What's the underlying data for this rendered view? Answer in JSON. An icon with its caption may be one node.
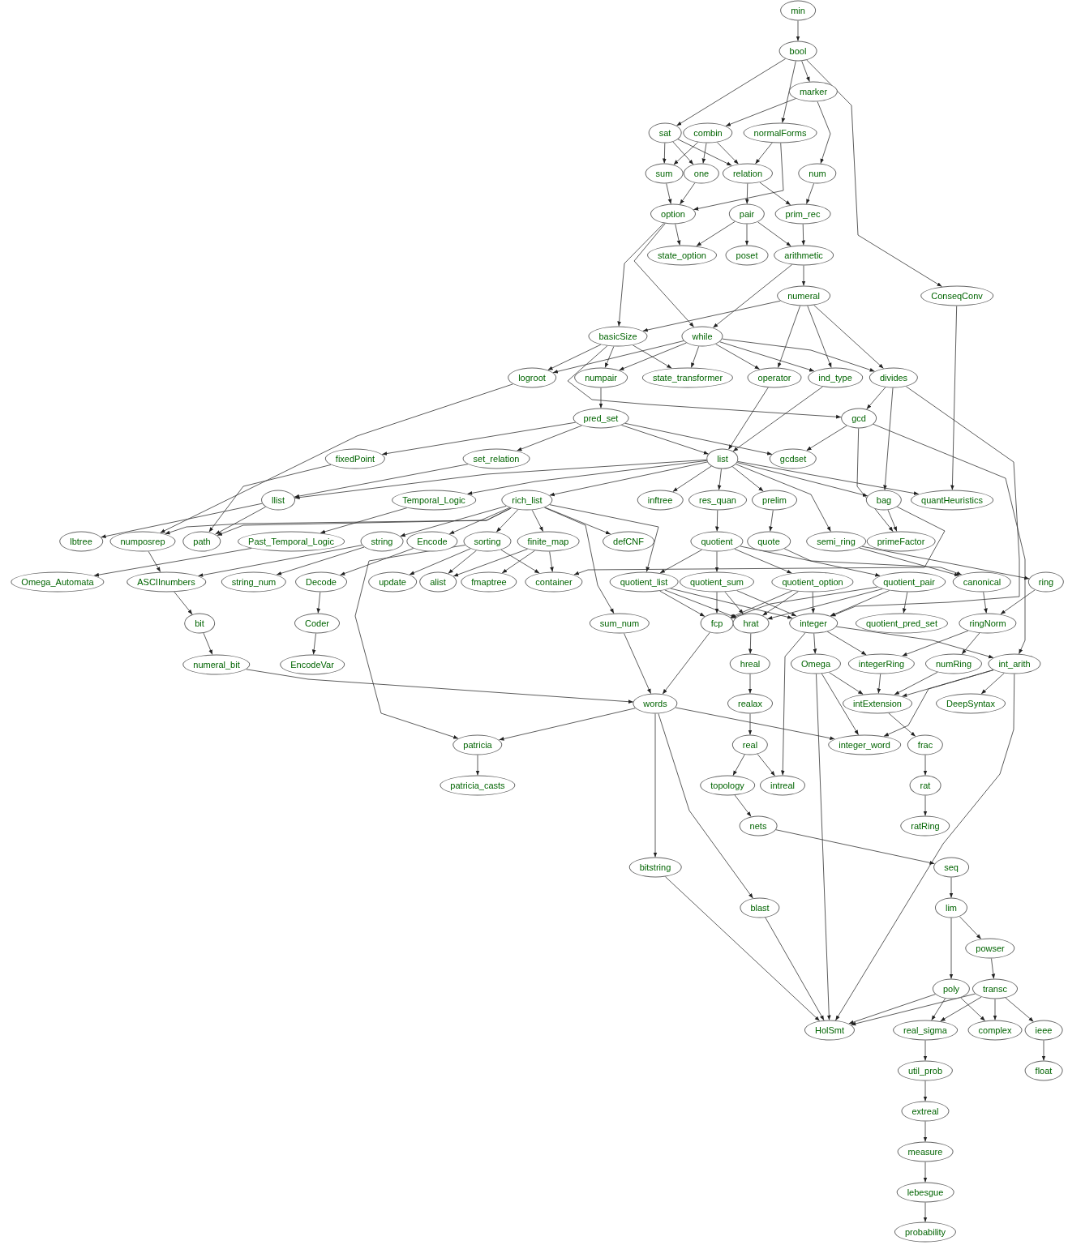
{
  "diagram": {
    "nodes": [
      {
        "text": [
          "min"
        ]
      },
      {
        "text": [
          "bool"
        ]
      },
      {
        "text": [
          "marker"
        ]
      },
      {
        "text": [
          "sat"
        ]
      },
      {
        "text": [
          "combin"
        ]
      },
      {
        "text": [
          "normalForms"
        ]
      },
      {
        "text": [
          "sum"
        ]
      },
      {
        "text": [
          "one"
        ]
      },
      {
        "text": [
          "relation"
        ]
      },
      {
        "text": [
          "num"
        ]
      },
      {
        "text": [
          "option"
        ]
      },
      {
        "text": [
          "pair"
        ]
      },
      {
        "text": [
          "prim_rec"
        ]
      },
      {
        "text": [
          "state_option"
        ]
      },
      {
        "text": [
          "poset"
        ]
      },
      {
        "text": [
          "arithmetic"
        ]
      },
      {
        "text": [
          "numeral"
        ]
      },
      {
        "text": [
          "ConseqConv"
        ]
      },
      {
        "text": [
          "basicSize"
        ]
      },
      {
        "text": [
          "while"
        ]
      },
      {
        "text": [
          "logroot"
        ]
      },
      {
        "text": [
          "numpair"
        ]
      },
      {
        "text": [
          "state_transformer"
        ]
      },
      {
        "text": [
          "operator"
        ]
      },
      {
        "text": [
          "ind_type"
        ]
      },
      {
        "text": [
          "divides"
        ]
      },
      {
        "text": [
          "pred_set"
        ]
      },
      {
        "text": [
          "gcd"
        ]
      },
      {
        "text": [
          "fixedPoint"
        ]
      },
      {
        "text": [
          "set_relation"
        ]
      },
      {
        "text": [
          "list"
        ]
      },
      {
        "text": [
          "gcdset"
        ]
      },
      {
        "text": [
          "llist"
        ]
      },
      {
        "text": [
          "Temporal_Logic"
        ]
      },
      {
        "text": [
          "rich_list"
        ]
      },
      {
        "text": [
          "inftree"
        ]
      },
      {
        "text": [
          "res_quan"
        ]
      },
      {
        "text": [
          "prelim"
        ]
      },
      {
        "text": [
          "bag"
        ]
      },
      {
        "text": [
          "quantHeuristics"
        ]
      },
      {
        "text": [
          "lbtree"
        ]
      },
      {
        "text": [
          "numposrep"
        ]
      },
      {
        "text": [
          "path"
        ]
      },
      {
        "text": [
          "Past_Temporal_Logic"
        ]
      },
      {
        "text": [
          "string"
        ]
      },
      {
        "text": [
          "Encode"
        ]
      },
      {
        "text": [
          "sorting"
        ]
      },
      {
        "text": [
          "finite_map"
        ]
      },
      {
        "text": [
          "defCNF"
        ]
      },
      {
        "text": [
          "quotient"
        ]
      },
      {
        "text": [
          "quote"
        ]
      },
      {
        "text": [
          "semi_ring"
        ]
      },
      {
        "text": [
          "primeFactor"
        ]
      },
      {
        "text": [
          "Omega_Automata"
        ]
      },
      {
        "text": [
          "ASCIInumbers"
        ]
      },
      {
        "text": [
          "string_num"
        ]
      },
      {
        "text": [
          "Decode"
        ]
      },
      {
        "text": [
          "update"
        ]
      },
      {
        "text": [
          "alist"
        ]
      },
      {
        "text": [
          "fmaptree"
        ]
      },
      {
        "text": [
          "container"
        ]
      },
      {
        "text": [
          "quotient_list"
        ]
      },
      {
        "text": [
          "quotient_sum"
        ]
      },
      {
        "text": [
          "quotient_option"
        ]
      },
      {
        "text": [
          "quotient_pair"
        ]
      },
      {
        "text": [
          "canonical"
        ]
      },
      {
        "text": [
          "ring"
        ]
      },
      {
        "text": [
          "bit"
        ]
      },
      {
        "text": [
          "Coder"
        ]
      },
      {
        "text": [
          "sum_num"
        ]
      },
      {
        "text": [
          "fcp"
        ]
      },
      {
        "text": [
          "hrat"
        ]
      },
      {
        "text": [
          "integer"
        ]
      },
      {
        "text": [
          "quotient_pred_set"
        ]
      },
      {
        "text": [
          "ringNorm"
        ]
      },
      {
        "text": [
          "numeral_bit"
        ]
      },
      {
        "text": [
          "EncodeVar"
        ]
      },
      {
        "text": [
          "hreal"
        ]
      },
      {
        "text": [
          "Omega"
        ]
      },
      {
        "text": [
          "integerRing"
        ]
      },
      {
        "text": [
          "numRing"
        ]
      },
      {
        "text": [
          "int_arith"
        ]
      },
      {
        "text": [
          "words"
        ]
      },
      {
        "text": [
          "realax"
        ]
      },
      {
        "text": [
          "intExtension"
        ]
      },
      {
        "text": [
          "DeepSyntax"
        ]
      },
      {
        "text": [
          "patricia"
        ]
      },
      {
        "text": [
          "integer_word"
        ]
      },
      {
        "text": [
          "frac"
        ]
      },
      {
        "text": [
          "real"
        ]
      },
      {
        "text": [
          "topology"
        ]
      },
      {
        "text": [
          "intreal"
        ]
      },
      {
        "text": [
          "rat"
        ]
      },
      {
        "text": [
          "nets"
        ]
      },
      {
        "text": [
          "ratRing"
        ]
      },
      {
        "text": [
          "bitstring"
        ]
      },
      {
        "text": [
          "seq"
        ]
      },
      {
        "text": [
          "blast"
        ]
      },
      {
        "text": [
          "lim"
        ]
      },
      {
        "text": [
          "powser"
        ]
      },
      {
        "text": [
          "poly"
        ]
      },
      {
        "text": [
          "transc"
        ]
      },
      {
        "text": [
          "HolSmt"
        ]
      },
      {
        "text": [
          "real_sigma"
        ]
      },
      {
        "text": [
          "complex"
        ]
      },
      {
        "text": [
          "ieee"
        ]
      },
      {
        "text": [
          "util_prob"
        ]
      },
      {
        "text": [
          "float"
        ]
      },
      {
        "text": [
          "extreal"
        ]
      },
      {
        "text": [
          "measure"
        ]
      },
      {
        "text": [
          "lebesgue"
        ]
      },
      {
        "text": [
          "probability"
        ]
      },
      {
        "text": [
          "patricia_casts"
        ]
      }
    ],
    "edges": [
      {
        "from": 0,
        "to": 1,
        "arrow": "to"
      },
      {
        "from": 1,
        "to": 3,
        "arrow": "to"
      },
      {
        "from": 1,
        "to": 5,
        "arrow": "to"
      },
      {
        "from": 1,
        "to": 2,
        "arrow": "to"
      },
      {
        "from": 1,
        "to": 17,
        "arrow": "to"
      },
      {
        "from": 2,
        "to": 4,
        "arrow": "to"
      },
      {
        "from": 2,
        "to": 9,
        "arrow": "to"
      },
      {
        "from": 3,
        "to": 6,
        "arrow": "to"
      },
      {
        "from": 3,
        "to": 7,
        "arrow": "to"
      },
      {
        "from": 3,
        "to": 8,
        "arrow": "to"
      },
      {
        "from": 4,
        "to": 6,
        "arrow": "to"
      },
      {
        "from": 4,
        "to": 7,
        "arrow": "to"
      },
      {
        "from": 4,
        "to": 8,
        "arrow": "to"
      },
      {
        "from": 5,
        "to": 8,
        "arrow": "to"
      },
      {
        "from": 5,
        "to": 10,
        "arrow": "to"
      },
      {
        "from": 6,
        "to": 10,
        "arrow": "to"
      },
      {
        "from": 7,
        "to": 10,
        "arrow": "to"
      },
      {
        "from": 8,
        "to": 11,
        "arrow": "to"
      },
      {
        "from": 8,
        "to": 12,
        "arrow": "to"
      },
      {
        "from": 9,
        "to": 12,
        "arrow": "to"
      },
      {
        "from": 10,
        "to": 13,
        "arrow": "to"
      },
      {
        "from": 10,
        "to": 18,
        "arrow": "to"
      },
      {
        "from": 10,
        "to": 19,
        "arrow": "to"
      },
      {
        "from": 11,
        "to": 13,
        "arrow": "to"
      },
      {
        "from": 11,
        "to": 14,
        "arrow": "to"
      },
      {
        "from": 11,
        "to": 15,
        "arrow": "to"
      },
      {
        "from": 12,
        "to": 15,
        "arrow": "to"
      },
      {
        "from": 15,
        "to": 16,
        "arrow": "to"
      },
      {
        "from": 15,
        "to": 19,
        "arrow": "to"
      },
      {
        "from": 16,
        "to": 18,
        "arrow": "to"
      },
      {
        "from": 16,
        "to": 23,
        "arrow": "to"
      },
      {
        "from": 16,
        "to": 24,
        "arrow": "to"
      },
      {
        "from": 16,
        "to": 25,
        "arrow": "to"
      },
      {
        "from": 17,
        "to": 39,
        "arrow": "to"
      },
      {
        "from": 18,
        "to": 20,
        "arrow": "to"
      },
      {
        "from": 18,
        "to": 21,
        "arrow": "to"
      },
      {
        "from": 18,
        "to": 22,
        "arrow": "to"
      },
      {
        "from": 18,
        "to": 27,
        "arrow": "to"
      },
      {
        "from": 19,
        "to": 20,
        "arrow": "to"
      },
      {
        "from": 19,
        "to": 21,
        "arrow": "to"
      },
      {
        "from": 19,
        "to": 22,
        "arrow": "to"
      },
      {
        "from": 19,
        "to": 23,
        "arrow": "to"
      },
      {
        "from": 19,
        "to": 24,
        "arrow": "to"
      },
      {
        "from": 19,
        "to": 25,
        "arrow": "to"
      },
      {
        "from": 20,
        "to": 41,
        "arrow": "to"
      },
      {
        "from": 21,
        "to": 26,
        "arrow": "to"
      },
      {
        "from": 23,
        "to": 30,
        "arrow": "to"
      },
      {
        "from": 24,
        "to": 30,
        "arrow": "to"
      },
      {
        "from": 25,
        "to": 27,
        "arrow": "to"
      },
      {
        "from": 25,
        "to": 38,
        "arrow": "to"
      },
      {
        "from": 25,
        "to": 72,
        "arrow": "to"
      },
      {
        "from": 27,
        "to": 31,
        "arrow": "to"
      },
      {
        "from": 27,
        "to": 52,
        "arrow": "to"
      },
      {
        "from": 27,
        "to": 81,
        "arrow": "to"
      },
      {
        "from": 26,
        "to": 28,
        "arrow": "to"
      },
      {
        "from": 26,
        "to": 29,
        "arrow": "to"
      },
      {
        "from": 26,
        "to": 30,
        "arrow": "to"
      },
      {
        "from": 26,
        "to": 31,
        "arrow": "to"
      },
      {
        "from": 28,
        "to": 42,
        "arrow": "to"
      },
      {
        "from": 29,
        "to": 32,
        "arrow": "to"
      },
      {
        "from": 30,
        "to": 32,
        "arrow": "to"
      },
      {
        "from": 30,
        "to": 33,
        "arrow": "to"
      },
      {
        "from": 30,
        "to": 34,
        "arrow": "to"
      },
      {
        "from": 30,
        "to": 35,
        "arrow": "to"
      },
      {
        "from": 30,
        "to": 36,
        "arrow": "to"
      },
      {
        "from": 30,
        "to": 37,
        "arrow": "to"
      },
      {
        "from": 30,
        "to": 51,
        "arrow": "to"
      },
      {
        "from": 30,
        "to": 38,
        "arrow": "to"
      },
      {
        "from": 30,
        "to": 39,
        "arrow": "to"
      },
      {
        "from": 38,
        "to": 60,
        "arrow": "to"
      },
      {
        "from": 32,
        "to": 40,
        "arrow": "to"
      },
      {
        "from": 32,
        "to": 42,
        "arrow": "to"
      },
      {
        "from": 33,
        "to": 43,
        "arrow": "to"
      },
      {
        "from": 34,
        "to": 41,
        "arrow": "to"
      },
      {
        "from": 34,
        "to": 42,
        "arrow": "to"
      },
      {
        "from": 34,
        "to": 44,
        "arrow": "to"
      },
      {
        "from": 34,
        "to": 45,
        "arrow": "to"
      },
      {
        "from": 34,
        "to": 46,
        "arrow": "to"
      },
      {
        "from": 34,
        "to": 47,
        "arrow": "to"
      },
      {
        "from": 34,
        "to": 48,
        "arrow": "to"
      },
      {
        "from": 34,
        "to": 61,
        "arrow": "to"
      },
      {
        "from": 34,
        "to": 69,
        "arrow": "to"
      },
      {
        "from": 46,
        "to": 86,
        "arrow": "to"
      },
      {
        "from": 41,
        "to": 54,
        "arrow": "to"
      },
      {
        "from": 43,
        "to": 53,
        "arrow": "to"
      },
      {
        "from": 44,
        "to": 54,
        "arrow": "to"
      },
      {
        "from": 44,
        "to": 55,
        "arrow": "to"
      },
      {
        "from": 45,
        "to": 56,
        "arrow": "to"
      },
      {
        "from": 46,
        "to": 57,
        "arrow": "to"
      },
      {
        "from": 46,
        "to": 58,
        "arrow": "to"
      },
      {
        "from": 46,
        "to": 60,
        "arrow": "to"
      },
      {
        "from": 47,
        "to": 58,
        "arrow": "to"
      },
      {
        "from": 47,
        "to": 59,
        "arrow": "to"
      },
      {
        "from": 47,
        "to": 60,
        "arrow": "to"
      },
      {
        "from": 36,
        "to": 49,
        "arrow": "to"
      },
      {
        "from": 37,
        "to": 50,
        "arrow": "to"
      },
      {
        "from": 50,
        "to": 65,
        "arrow": "to"
      },
      {
        "from": 51,
        "to": 65,
        "arrow": "to"
      },
      {
        "from": 51,
        "to": 66,
        "arrow": "to"
      },
      {
        "from": 38,
        "to": 52,
        "arrow": "to"
      },
      {
        "from": 49,
        "to": 61,
        "arrow": "to"
      },
      {
        "from": 49,
        "to": 62,
        "arrow": "to"
      },
      {
        "from": 49,
        "to": 63,
        "arrow": "to"
      },
      {
        "from": 49,
        "to": 64,
        "arrow": "to"
      },
      {
        "from": 54,
        "to": 67,
        "arrow": "to"
      },
      {
        "from": 56,
        "to": 68,
        "arrow": "to"
      },
      {
        "from": 61,
        "to": 70,
        "arrow": "to"
      },
      {
        "from": 61,
        "to": 71,
        "arrow": "to"
      },
      {
        "from": 61,
        "to": 72,
        "arrow": "to"
      },
      {
        "from": 62,
        "to": 70,
        "arrow": "to"
      },
      {
        "from": 62,
        "to": 71,
        "arrow": "to"
      },
      {
        "from": 62,
        "to": 72,
        "arrow": "to"
      },
      {
        "from": 63,
        "to": 70,
        "arrow": "to"
      },
      {
        "from": 63,
        "to": 71,
        "arrow": "to"
      },
      {
        "from": 63,
        "to": 72,
        "arrow": "to"
      },
      {
        "from": 64,
        "to": 70,
        "arrow": "to"
      },
      {
        "from": 64,
        "to": 71,
        "arrow": "to"
      },
      {
        "from": 64,
        "to": 72,
        "arrow": "to"
      },
      {
        "from": 64,
        "to": 73,
        "arrow": "to"
      },
      {
        "from": 65,
        "to": 74,
        "arrow": "to"
      },
      {
        "from": 66,
        "to": 74,
        "arrow": "to"
      },
      {
        "from": 67,
        "to": 75,
        "arrow": "to"
      },
      {
        "from": 68,
        "to": 76,
        "arrow": "to"
      },
      {
        "from": 69,
        "to": 82,
        "arrow": "to"
      },
      {
        "from": 70,
        "to": 82,
        "arrow": "to"
      },
      {
        "from": 71,
        "to": 77,
        "arrow": "to"
      },
      {
        "from": 72,
        "to": 78,
        "arrow": "to"
      },
      {
        "from": 72,
        "to": 79,
        "arrow": "to"
      },
      {
        "from": 72,
        "to": 81,
        "arrow": "to"
      },
      {
        "from": 72,
        "to": 91,
        "arrow": "to"
      },
      {
        "from": 74,
        "to": 79,
        "arrow": "to"
      },
      {
        "from": 74,
        "to": 80,
        "arrow": "to"
      },
      {
        "from": 75,
        "to": 82,
        "arrow": "to"
      },
      {
        "from": 77,
        "to": 83,
        "arrow": "to"
      },
      {
        "from": 78,
        "to": 84,
        "arrow": "to"
      },
      {
        "from": 78,
        "to": 87,
        "arrow": "to"
      },
      {
        "from": 78,
        "to": 102,
        "arrow": "to"
      },
      {
        "from": 79,
        "to": 84,
        "arrow": "to"
      },
      {
        "from": 80,
        "to": 84,
        "arrow": "to"
      },
      {
        "from": 81,
        "to": 84,
        "arrow": "to"
      },
      {
        "from": 81,
        "to": 85,
        "arrow": "to"
      },
      {
        "from": 81,
        "to": 87,
        "arrow": "to"
      },
      {
        "from": 81,
        "to": 102,
        "arrow": "to"
      },
      {
        "from": 82,
        "to": 86,
        "arrow": "to"
      },
      {
        "from": 82,
        "to": 87,
        "arrow": "to"
      },
      {
        "from": 82,
        "to": 95,
        "arrow": "to"
      },
      {
        "from": 82,
        "to": 97,
        "arrow": "to"
      },
      {
        "from": 83,
        "to": 89,
        "arrow": "to"
      },
      {
        "from": 84,
        "to": 88,
        "arrow": "to"
      },
      {
        "from": 86,
        "to": 112,
        "arrow": "to"
      },
      {
        "from": 89,
        "to": 90,
        "arrow": "to"
      },
      {
        "from": 89,
        "to": 91,
        "arrow": "to"
      },
      {
        "from": 88,
        "to": 92,
        "arrow": "to"
      },
      {
        "from": 92,
        "to": 94,
        "arrow": "to"
      },
      {
        "from": 90,
        "to": 93,
        "arrow": "to"
      },
      {
        "from": 93,
        "to": 96,
        "arrow": "to"
      },
      {
        "from": 95,
        "to": 102,
        "arrow": "to"
      },
      {
        "from": 96,
        "to": 98,
        "arrow": "to"
      },
      {
        "from": 97,
        "to": 102,
        "arrow": "to"
      },
      {
        "from": 98,
        "to": 100,
        "arrow": "to"
      },
      {
        "from": 98,
        "to": 99,
        "arrow": "to"
      },
      {
        "from": 99,
        "to": 101,
        "arrow": "to"
      },
      {
        "from": 100,
        "to": 102,
        "arrow": "to"
      },
      {
        "from": 100,
        "to": 103,
        "arrow": "to"
      },
      {
        "from": 100,
        "to": 104,
        "arrow": "to"
      },
      {
        "from": 101,
        "to": 102,
        "arrow": "to"
      },
      {
        "from": 101,
        "to": 103,
        "arrow": "to"
      },
      {
        "from": 101,
        "to": 104,
        "arrow": "to"
      },
      {
        "from": 101,
        "to": 105,
        "arrow": "to"
      },
      {
        "from": 103,
        "to": 106,
        "arrow": "to"
      },
      {
        "from": 105,
        "to": 107,
        "arrow": "to"
      },
      {
        "from": 106,
        "to": 108,
        "arrow": "to"
      },
      {
        "from": 108,
        "to": 109,
        "arrow": "to"
      },
      {
        "from": 109,
        "to": 110,
        "arrow": "to"
      },
      {
        "from": 110,
        "to": 111,
        "arrow": "to"
      }
    ]
  }
}
